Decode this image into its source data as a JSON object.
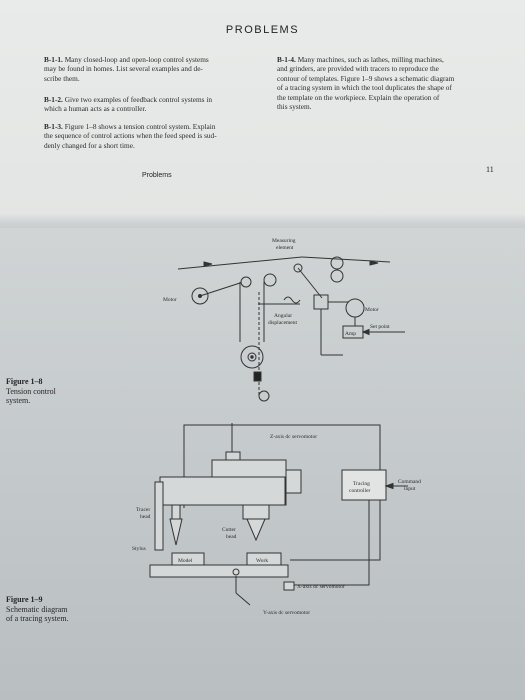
{
  "top_page": {
    "heading": "PROBLEMS",
    "problems": [
      {
        "id": "B-1-1.",
        "lines": [
          "Many closed-loop and open-loop control systems",
          "may be found in homes. List several examples and de-",
          "scribe them."
        ]
      },
      {
        "id": "B-1-2.",
        "lines": [
          "Give two examples of feedback control systems in",
          "which a human acts as a controller."
        ]
      },
      {
        "id": "B-1-3.",
        "lines": [
          "Figure 1–8 shows a tension control system. Explain",
          "the sequence of control actions when the feed speed is sud-",
          "denly changed for a short time."
        ]
      },
      {
        "id": "B-1-4.",
        "lines": [
          "Many machines, such as lathes, milling machines,",
          "and grinders, are provided with tracers to reproduce the",
          "contour of templates. Figure 1–9 shows a schematic diagram",
          "of a tracing system in which the tool duplicates the shape of",
          "the template on the workpiece. Explain the operation of",
          "this system."
        ]
      }
    ],
    "running_head": "Problems",
    "page_number": "11"
  },
  "figure_1_8": {
    "label": "Figure 1–8",
    "caption_lines": [
      "Tension control",
      "system."
    ],
    "labels": {
      "measuring_element_1": "Measuring",
      "measuring_element_2": "element",
      "motor_left": "Motor",
      "motor_right": "Motor",
      "angular_1": "Angular",
      "angular_2": "displacement",
      "set_point": "Set point",
      "amp": "Amp"
    }
  },
  "figure_1_9": {
    "label": "Figure 1–9",
    "caption_lines": [
      "Schematic diagram",
      "of a tracing system."
    ],
    "labels": {
      "z_axis": "Z-axis dc servomotor",
      "tracing_1": "Tracing",
      "tracing_2": "controller",
      "command_1": "Command",
      "command_2": "input",
      "tracer_1": "Tracer",
      "tracer_2": "head",
      "stylus": "Stylus",
      "cutter_1": "Cutter",
      "cutter_2": "head",
      "model": "Model",
      "work": "Work",
      "x_axis": "X-axis dc servomotor",
      "y_axis": "Y-axis dc servomotor"
    }
  }
}
